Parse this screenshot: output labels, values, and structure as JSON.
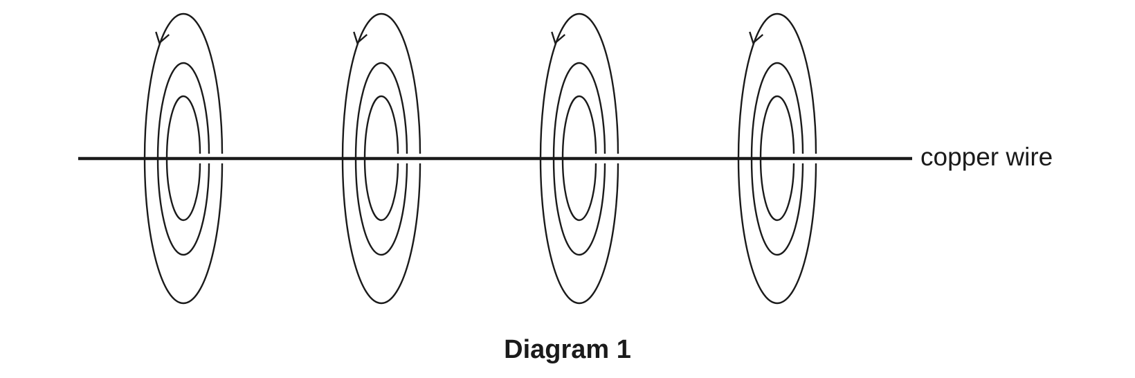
{
  "diagram": {
    "wire_label": "copper wire",
    "title": "Diagram 1",
    "field_line_groups": 4,
    "rings_per_group": 3,
    "field_direction": "anticlockwise",
    "line_color": "#1a1a1a"
  }
}
